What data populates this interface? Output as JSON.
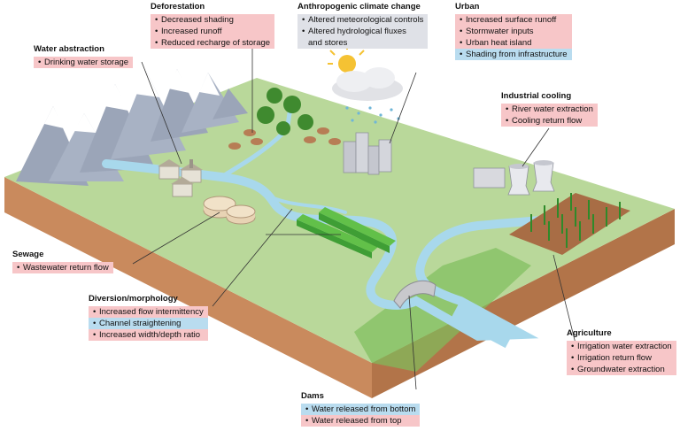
{
  "colors": {
    "increase": "#f7c6c8",
    "decrease": "#b9dcef",
    "neutral": "#dfe1e7",
    "ground": "#b9d89a",
    "soil": "#c98a5d",
    "water": "#a8d8ec"
  },
  "callouts": {
    "deforestation": {
      "title": "Deforestation",
      "items": [
        {
          "text": "Decreased shading",
          "kind": "increase"
        },
        {
          "text": "Increased runoff",
          "kind": "increase"
        },
        {
          "text": "Reduced recharge of storage",
          "kind": "increase"
        }
      ]
    },
    "climate": {
      "title": "Anthropogenic climate change",
      "items": [
        {
          "text": "Altered meteorological controls",
          "kind": "neutral"
        },
        {
          "text": "Altered hydrological fluxes",
          "text2": "and stores",
          "kind": "neutral"
        }
      ]
    },
    "urban": {
      "title": "Urban",
      "items": [
        {
          "text": "Increased surface runoff",
          "kind": "increase"
        },
        {
          "text": "Stormwater inputs",
          "kind": "increase"
        },
        {
          "text": "Urban heat island",
          "kind": "increase"
        },
        {
          "text": "Shading from infrastructure",
          "kind": "decrease"
        }
      ]
    },
    "abstraction": {
      "title": "Water abstraction",
      "items": [
        {
          "text": "Drinking water storage",
          "kind": "increase"
        }
      ]
    },
    "industrial": {
      "title": "Industrial cooling",
      "items": [
        {
          "text": "River water extraction",
          "kind": "increase"
        },
        {
          "text": "Cooling return flow",
          "kind": "increase"
        }
      ]
    },
    "sewage": {
      "title": "Sewage",
      "items": [
        {
          "text": "Wastewater return flow",
          "kind": "increase"
        }
      ]
    },
    "diversion": {
      "title": "Diversion/morphology",
      "items": [
        {
          "text": "Increased flow intermittency",
          "kind": "increase"
        },
        {
          "text": "Channel straightening",
          "kind": "decrease"
        },
        {
          "text": "Increased width/depth ratio",
          "kind": "increase"
        }
      ]
    },
    "agriculture": {
      "title": "Agriculture",
      "items": [
        {
          "text": "Irrigation water extraction",
          "kind": "increase"
        },
        {
          "text": "Irrigation return flow",
          "kind": "increase"
        },
        {
          "text": "Groundwater extraction",
          "kind": "increase"
        }
      ]
    },
    "dams": {
      "title": "Dams",
      "items": [
        {
          "text": "Water released from bottom",
          "kind": "decrease"
        },
        {
          "text": "Water released from top",
          "kind": "increase"
        }
      ]
    }
  }
}
